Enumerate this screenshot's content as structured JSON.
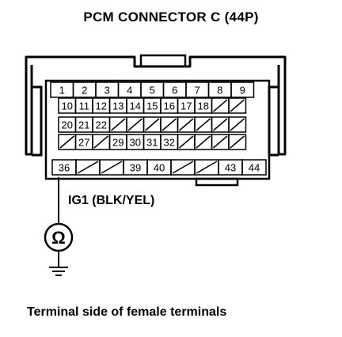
{
  "title": "PCM CONNECTOR C (44P)",
  "connector": {
    "rows": [
      [
        "1",
        "2",
        "3",
        "4",
        "5",
        "6",
        "7",
        "8",
        "9"
      ],
      [
        "10",
        "11",
        "12",
        "13",
        "14",
        "15",
        "16",
        "17",
        "18",
        "",
        ""
      ],
      [
        "20",
        "21",
        "22",
        "",
        "",
        "",
        "",
        "",
        "",
        "",
        ""
      ],
      [
        "",
        "27",
        "",
        "29",
        "30",
        "31",
        "32",
        "",
        "",
        "",
        ""
      ],
      [
        "36",
        "",
        "",
        "39",
        "40",
        "",
        "",
        "43",
        "44"
      ]
    ]
  },
  "wire_label": "IG1 (BLK/YEL)",
  "meter_symbol": "Ω",
  "caption": "Terminal side of female terminals"
}
